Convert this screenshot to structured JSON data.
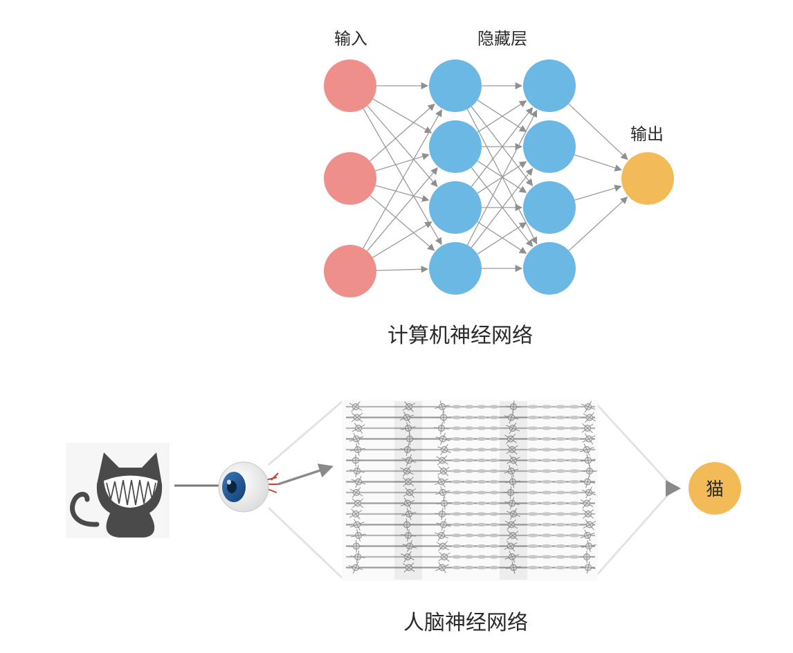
{
  "computer_network": {
    "caption": "计算机神经网络",
    "input_label": "输入",
    "hidden_label": "隐藏层",
    "output_label": "输出",
    "colors": {
      "input": "#ee8f8c",
      "hidden": "#6bb8e5",
      "output": "#f2bb58",
      "edge": "#9a9a9a"
    }
  },
  "brain_network": {
    "caption": "人脑神经网络",
    "output_label": "猫",
    "output_color": "#f2bb58",
    "icons": [
      "cat-icon",
      "eye-icon",
      "neuron-mesh-icon"
    ]
  }
}
